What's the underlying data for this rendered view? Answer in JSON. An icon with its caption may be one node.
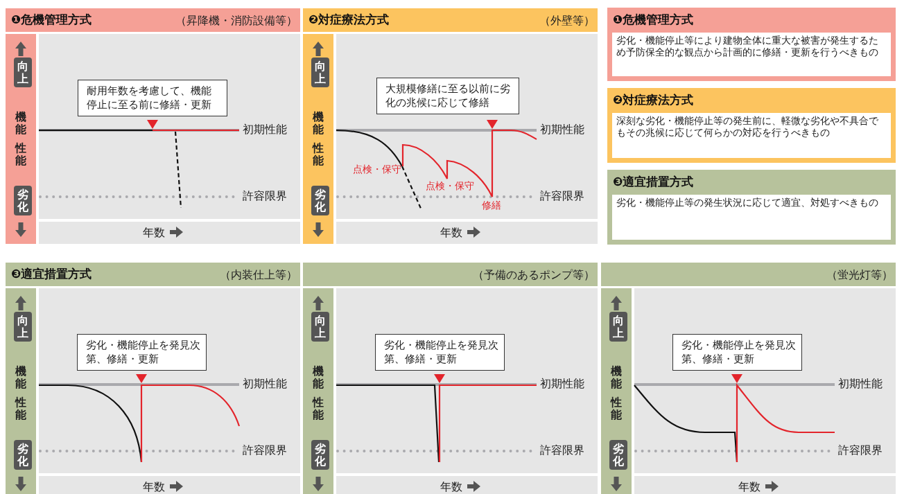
{
  "diagram": {
    "nodes": [
      {
        "text": [
          "❶危機管理方式",
          "（昇降機・消防設備等）"
        ],
        "beside": [
          "向上",
          "機能",
          "性能",
          "劣化",
          "初期性能",
          "許容限界",
          "年数"
        ]
      },
      {
        "text": [
          "耐用年数を考慮して、機能停止に至る前に修繕・更新"
        ],
        "in": 0
      },
      {
        "text": [
          "❷対症療法方式",
          "（外壁等）"
        ],
        "beside": [
          "向上",
          "機能",
          "性能",
          "劣化",
          "初期性能",
          "許容限界",
          "年数",
          "点検・保守",
          "点検・保守",
          "修繕"
        ]
      },
      {
        "text": [
          "大規模修繕に至る以前に劣化の兆候に応じて修繕"
        ],
        "in": 2
      },
      {
        "text": [
          "❶危機管理方式",
          "劣化・機能停止等により建物全体に重大な被害が発生するため予防保全的な観点から計画的に修繕・更新を行うべきもの"
        ]
      },
      {
        "text": [
          "❷対症療法方式",
          "深刻な劣化・機能停止等の発生前に、軽微な劣化や不具合でもその兆候に応じて何らかの対応を行うべきもの"
        ]
      },
      {
        "text": [
          "❸適宜措置方式",
          "劣化・機能停止等の発生状況に応じて適宜、対処すべきもの"
        ]
      },
      {
        "text": [
          "❸適宜措置方式",
          "（内装仕上等）"
        ],
        "beside": [
          "向上",
          "機能",
          "性能",
          "劣化",
          "初期性能",
          "許容限界",
          "年数"
        ]
      },
      {
        "text": [
          "劣化・機能停止を発見次第、修繕・更新"
        ],
        "in": 7
      },
      {
        "text": [
          "（予備のあるポンプ等）"
        ],
        "beside": [
          "向上",
          "機能",
          "性能",
          "劣化",
          "初期性能",
          "許容限界",
          "年数"
        ]
      },
      {
        "text": [
          "劣化・機能停止を発見次第、修繕・更新"
        ],
        "in": 9
      },
      {
        "text": [
          "（蛍光灯等）"
        ],
        "beside": [
          "向上",
          "機能",
          "性能",
          "劣化",
          "初期性能",
          "許容限界",
          "年数"
        ]
      },
      {
        "text": [
          "劣化・機能停止を発見次第、修繕・更新"
        ],
        "in": 11
      }
    ]
  }
}
